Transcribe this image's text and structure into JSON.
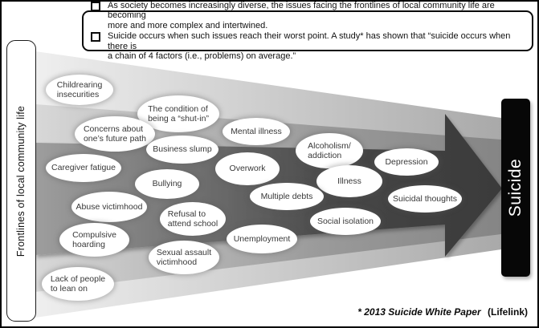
{
  "header_box": {
    "items": [
      {
        "text": "As society becomes increasingly diverse, the issues facing the frontlines of local community life are becoming\nmore and more complex and intertwined."
      },
      {
        "text": "Suicide occurs when such issues reach their worst point. A study* has shown that “suicide occurs when there is\na chain of 4 factors (i.e., problems) on average.”"
      }
    ]
  },
  "side_label": "Frontlines of local community life",
  "factors": [
    {
      "label": "Childrearing\ninsecurities"
    },
    {
      "label": "The condition of\nbeing a “shut-in”"
    },
    {
      "label": "Concerns about\none’s future path"
    },
    {
      "label": "Mental illness"
    },
    {
      "label": "Business slump"
    },
    {
      "label": "Alcoholism/\naddiction"
    },
    {
      "label": "Caregiver fatigue"
    },
    {
      "label": "Overwork"
    },
    {
      "label": "Depression"
    },
    {
      "label": "Illness"
    },
    {
      "label": "Bullying"
    },
    {
      "label": "Multiple debts"
    },
    {
      "label": "Abuse victimhood"
    },
    {
      "label": "Suicidal thoughts"
    },
    {
      "label": "Refusal to\nattend school"
    },
    {
      "label": "Social isolation"
    },
    {
      "label": "Compulsive\nhoarding"
    },
    {
      "label": "Unemployment"
    },
    {
      "label": "Sexual assault\nvictimhood"
    },
    {
      "label": "Lack of people\nto lean on"
    }
  ],
  "outcome": {
    "label": "Suicide"
  },
  "footnote": {
    "source": "* 2013 Suicide White Paper",
    "attribution": "(Lifelink)"
  },
  "colors": {
    "band_outer_start": "#efefef",
    "band_outer_end": "#a9a9a9",
    "band_middle_start": "#d8d8d8",
    "band_middle_end": "#858585",
    "arrow_start": "#9e9e9e",
    "arrow_end": "#3a3a3a",
    "endpoint_bg": "#070707",
    "endpoint_text": "#ffffff",
    "ellipse_fill": "#ffffff",
    "ellipse_text": "#383838",
    "border": "#000000"
  }
}
